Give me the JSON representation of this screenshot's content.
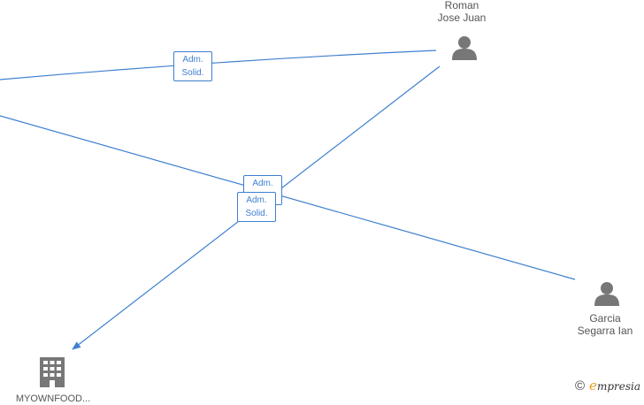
{
  "nodes": {
    "roman": {
      "line1": "Roman",
      "line2": "Jose Juan",
      "icon": "person-icon"
    },
    "garcia": {
      "line1": "Garcia",
      "line2": "Segarra Ian",
      "icon": "person-icon"
    },
    "company": {
      "name": "MYOWNFOOD...",
      "icon": "building-icon"
    }
  },
  "edges": {
    "top_label": {
      "line1": "Adm.",
      "line2": "Solid."
    },
    "mid_back_label": {
      "line1": "Adm."
    },
    "mid_front_label": {
      "line1": "Adm.",
      "line2": "Solid."
    }
  },
  "colors": {
    "edge": "#3f7fd0",
    "icon": "#777777",
    "brand_accent": "#e8a020"
  },
  "branding": {
    "copyright": "©",
    "e": "e",
    "rest": "mpresia"
  }
}
